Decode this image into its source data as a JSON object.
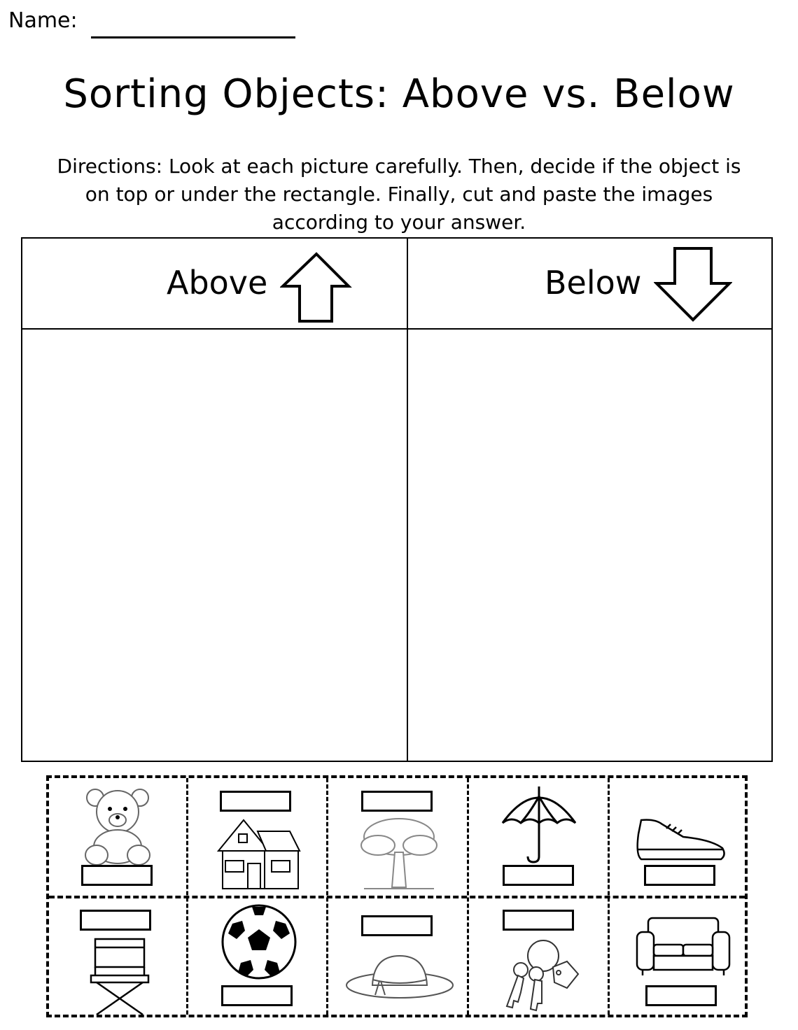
{
  "header": {
    "name_label": "Name:"
  },
  "title": "Sorting Objects: Above vs. Below",
  "directions": {
    "line1": "Directions: Look at each picture carefully. Then, decide if the object is",
    "line2": "on top or under the rectangle. Finally, cut and paste the images",
    "line3": "according to your answer."
  },
  "table": {
    "above_label": "Above",
    "below_label": "Below",
    "above_icon": "arrow-up-icon",
    "below_icon": "arrow-down-icon"
  },
  "cutouts": [
    {
      "object": "teddy-bear-icon",
      "rectangle": "below"
    },
    {
      "object": "house-icon",
      "rectangle": "above"
    },
    {
      "object": "tree-icon",
      "rectangle": "above"
    },
    {
      "object": "umbrella-icon",
      "rectangle": "below"
    },
    {
      "object": "sneaker-icon",
      "rectangle": "below"
    },
    {
      "object": "folding-chair-icon",
      "rectangle": "above"
    },
    {
      "object": "soccer-ball-icon",
      "rectangle": "below"
    },
    {
      "object": "sun-hat-icon",
      "rectangle": "above"
    },
    {
      "object": "keys-icon",
      "rectangle": "above"
    },
    {
      "object": "sofa-icon",
      "rectangle": "below"
    }
  ]
}
